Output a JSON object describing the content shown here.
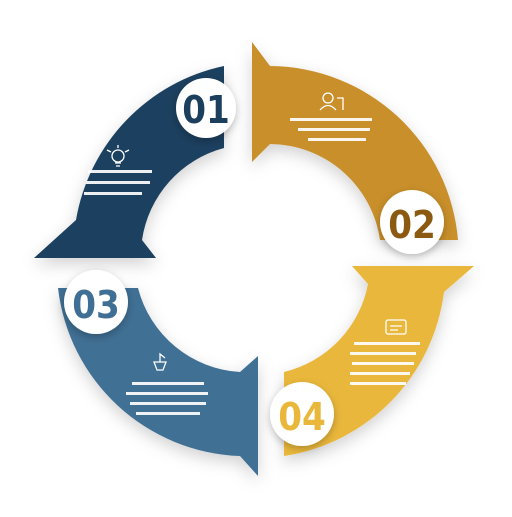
{
  "diagram": {
    "type": "four-step-cycle",
    "colors": {
      "step1": "#1c3f5e",
      "step2": "#c88f2c",
      "step3": "#3f6f94",
      "step4": "#e9b73a",
      "badge_fill": "#ffffff",
      "placeholder_text": "#ffffff"
    },
    "steps": [
      {
        "number": "01",
        "icon": "lightbulb-gear-icon",
        "text_lines": [
          "",
          ""
        ]
      },
      {
        "number": "02",
        "icon": "user-person-icon",
        "text_lines": [
          "",
          ""
        ]
      },
      {
        "number": "03",
        "icon": "ship-boat-icon",
        "text_lines": [
          "",
          "",
          ""
        ]
      },
      {
        "number": "04",
        "icon": "document-card-icon",
        "text_lines": [
          "",
          "",
          "",
          ""
        ]
      }
    ]
  }
}
